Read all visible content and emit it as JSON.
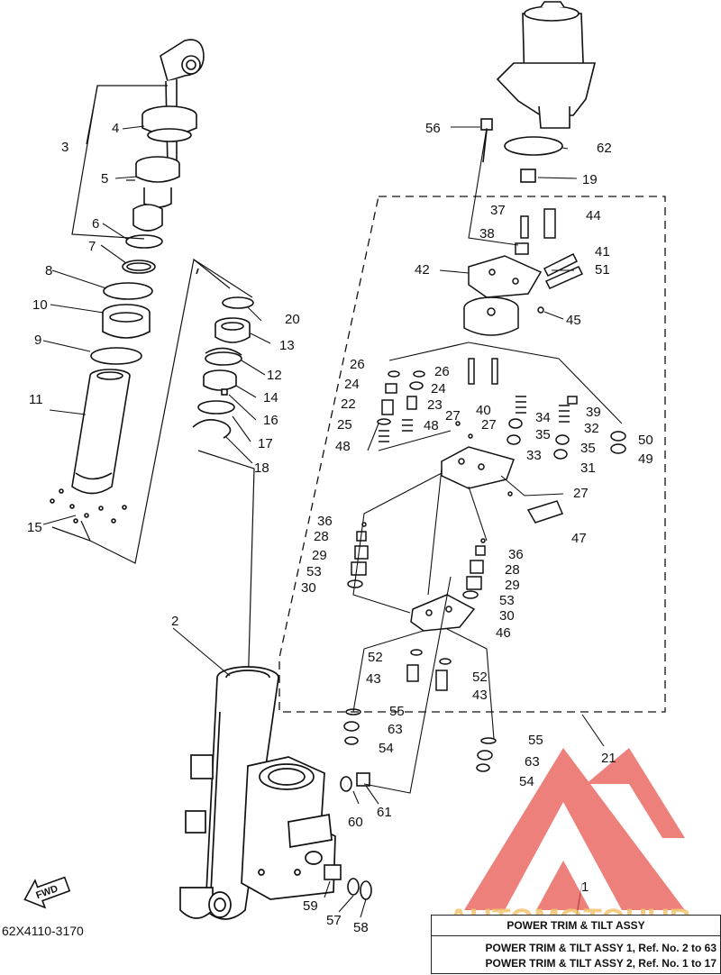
{
  "diagram": {
    "labels": {
      "n1": "1",
      "n2": "2",
      "n3": "3",
      "n4": "4",
      "n5": "5",
      "n6": "6",
      "n7": "7",
      "n8": "8",
      "n9": "9",
      "n10": "10",
      "n11": "11",
      "n12": "12",
      "n13": "13",
      "n14": "14",
      "n15": "15",
      "n16": "16",
      "n17": "17",
      "n18": "18",
      "n19": "19",
      "n20": "20",
      "n21": "21",
      "n22": "22",
      "n23": "23",
      "n24": "24",
      "n25": "25",
      "n26": "26",
      "n27": "27",
      "n28": "28",
      "n29": "29",
      "n30": "30",
      "n31": "31",
      "n32": "32",
      "n33": "33",
      "n34": "34",
      "n35": "35",
      "n36": "36",
      "n37": "37",
      "n38": "38",
      "n39": "39",
      "n40": "40",
      "n41": "41",
      "n42": "42",
      "n43": "43",
      "n44": "44",
      "n45": "45",
      "n46": "46",
      "n47": "47",
      "n48": "48",
      "n49": "49",
      "n50": "50",
      "n51": "51",
      "n52": "52",
      "n53": "53",
      "n54": "54",
      "n55": "55",
      "n56": "56",
      "n57": "57",
      "n58": "58",
      "n59": "59",
      "n60": "60",
      "n61": "61",
      "n62": "62",
      "n63": "63"
    },
    "fwd_label": "FWD",
    "diagram_code": "62X4110-3170",
    "watermark_text": "AUTOMOTOHUB"
  },
  "legend": {
    "title": "POWER TRIM & TILT ASSY",
    "line1": "POWER TRIM & TILT ASSY 1, Ref. No. 2 to 63",
    "line2": "POWER TRIM & TILT ASSY 2, Ref. No. 1 to 17"
  },
  "colors": {
    "ink": "#111111",
    "watermark": "#e8504a",
    "watermark_text": "#f2c470"
  }
}
